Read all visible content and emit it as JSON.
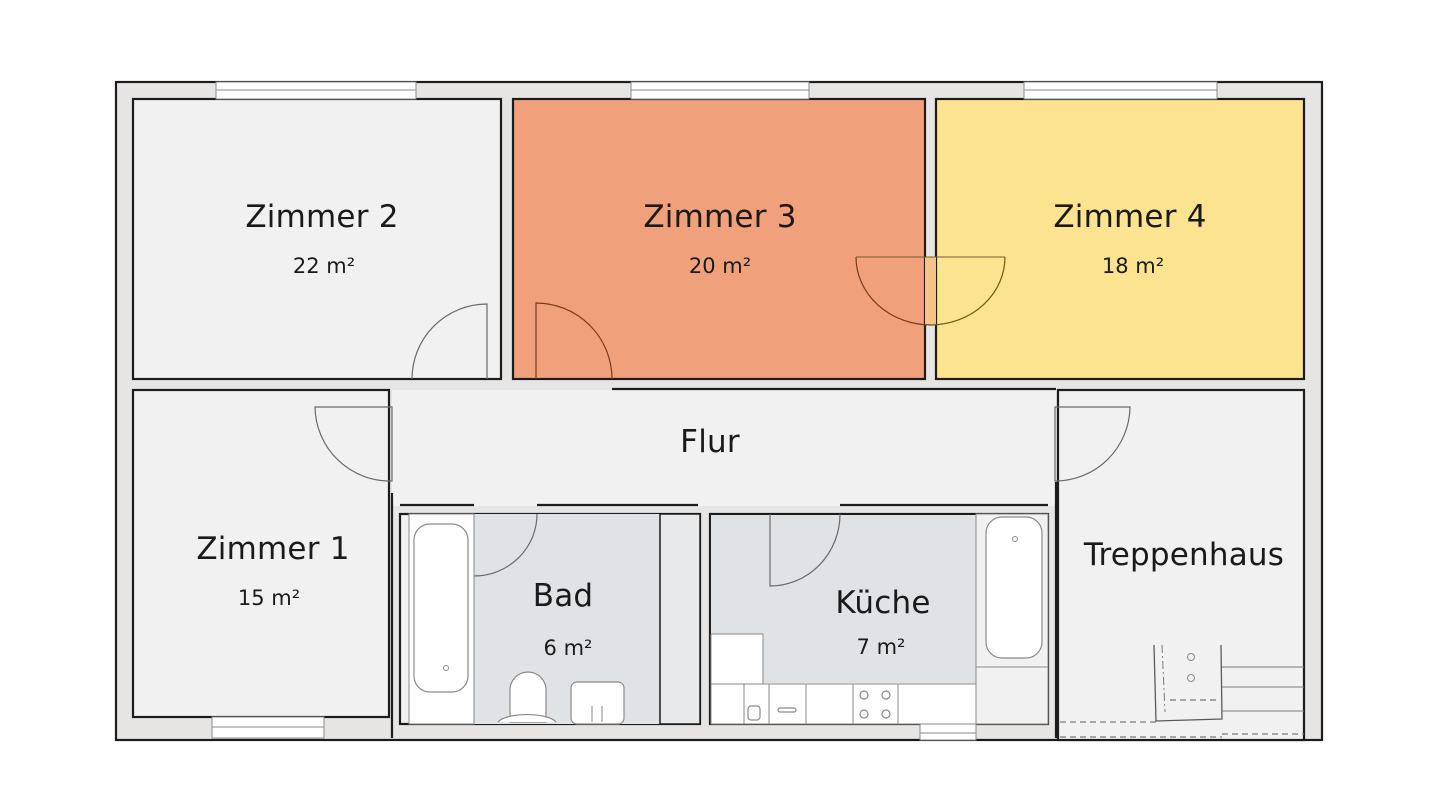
{
  "floorplan": {
    "colors": {
      "default_room": "#f1f1f1",
      "wet_room": "#dfe3e6",
      "zimmer3": "#f0a07a",
      "zimmer4": "#fbe38f",
      "wall": "#e6e5e4",
      "wall_line": "#1c1c1c"
    },
    "rooms": {
      "zimmer1": {
        "name": "Zimmer 1",
        "area": "15 m²"
      },
      "zimmer2": {
        "name": "Zimmer 2",
        "area": "22 m²"
      },
      "zimmer3": {
        "name": "Zimmer 3",
        "area": "20 m²"
      },
      "zimmer4": {
        "name": "Zimmer 4",
        "area": "18 m²"
      },
      "flur": {
        "name": "Flur"
      },
      "bad": {
        "name": "Bad",
        "area": "6 m²"
      },
      "kueche": {
        "name": "Küche",
        "area": "7 m²"
      },
      "treppenhaus": {
        "name": "Treppenhaus"
      }
    }
  }
}
